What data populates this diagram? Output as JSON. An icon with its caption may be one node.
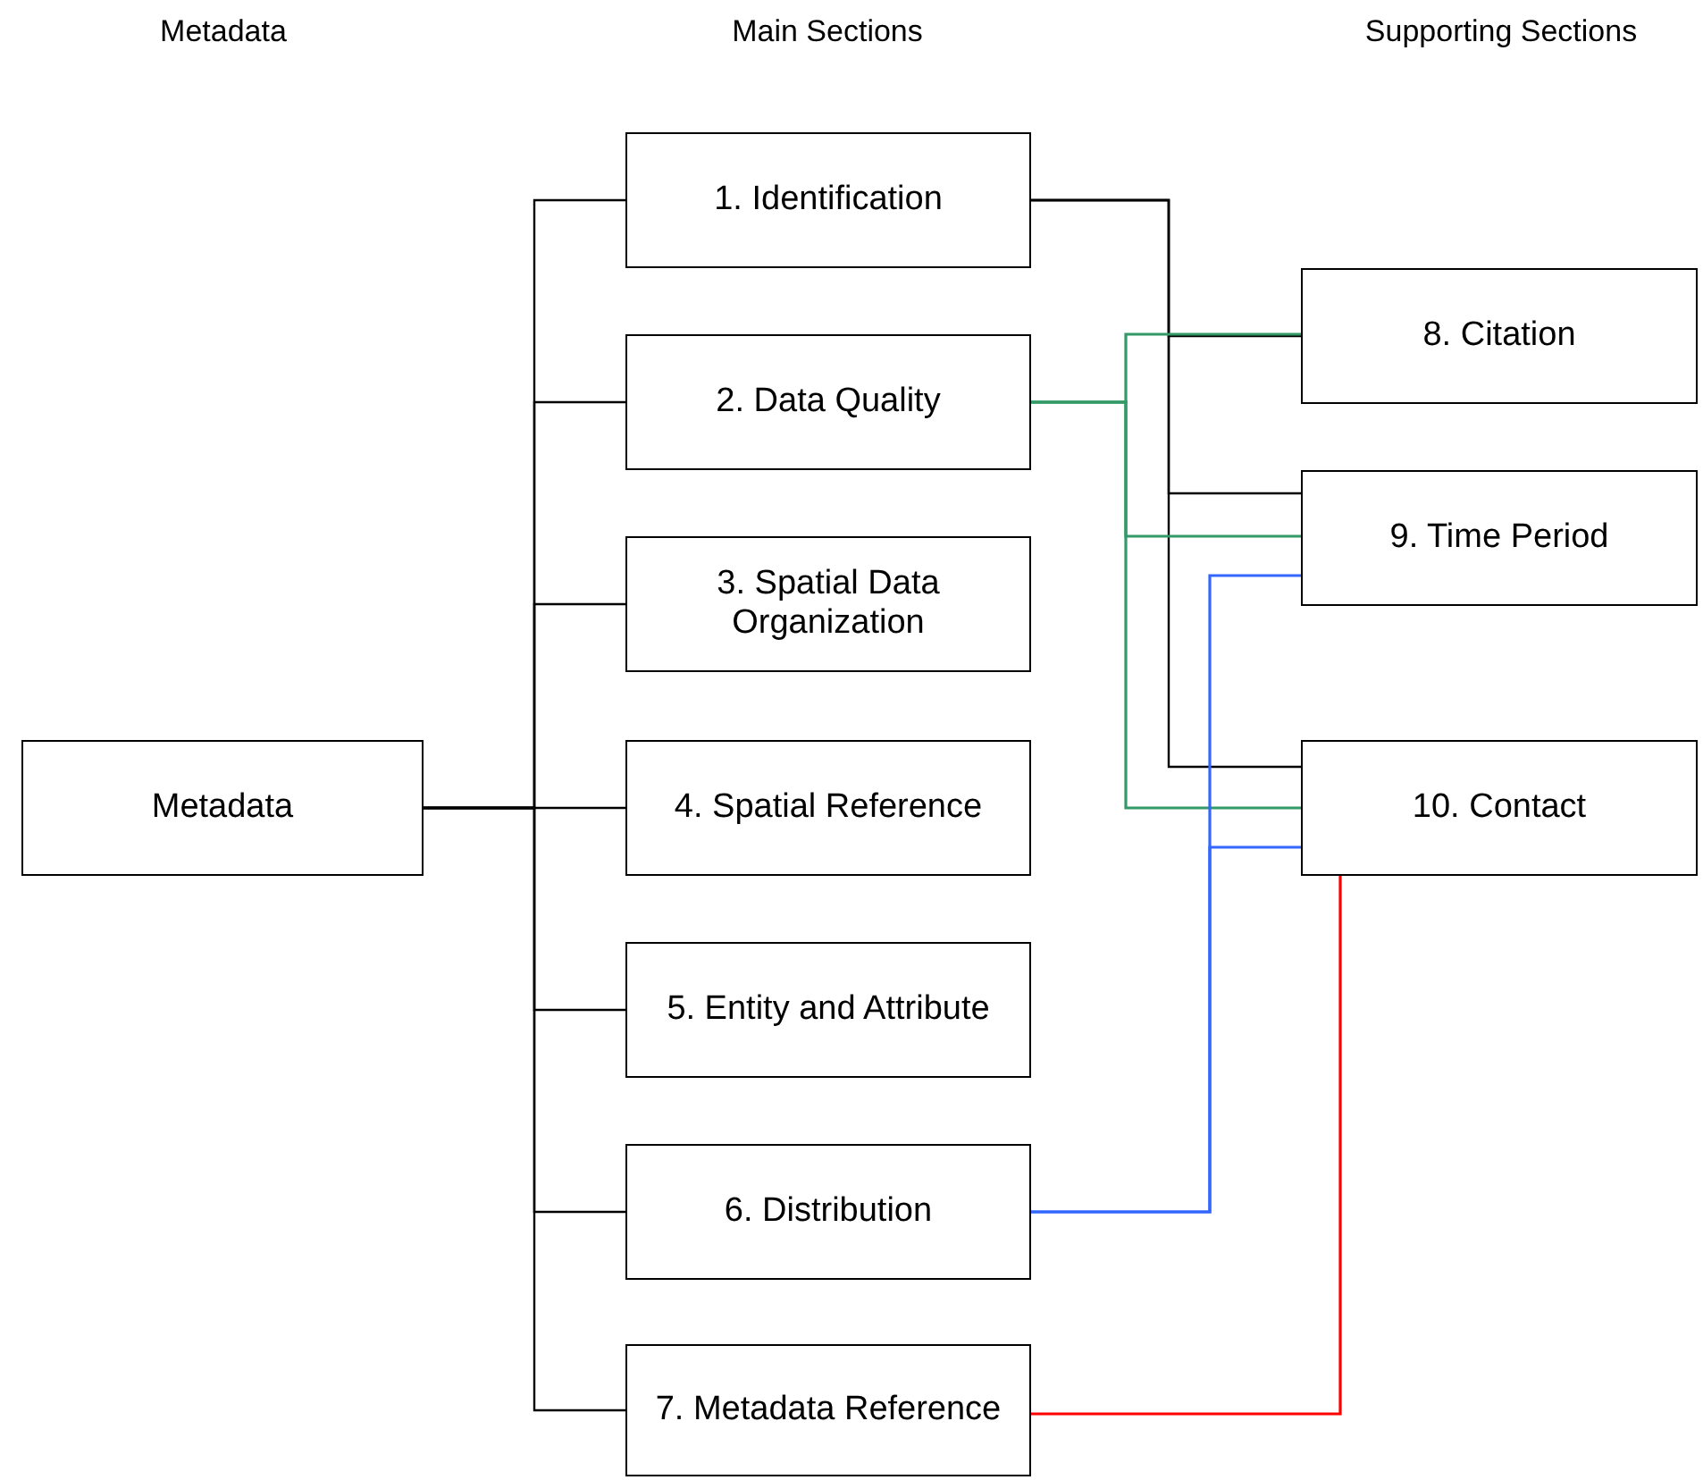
{
  "diagram": {
    "nodes": [
      {
        "text": [
          "Metadata"
        ]
      },
      {
        "text": [
          "1. Identification"
        ]
      },
      {
        "text": [
          "2. Data Quality"
        ]
      },
      {
        "text": [
          "3. Spatial Data Organization"
        ]
      },
      {
        "text": [
          "4. Spatial Reference"
        ]
      },
      {
        "text": [
          "5. Entity and Attribute"
        ]
      },
      {
        "text": [
          "6. Distribution"
        ]
      },
      {
        "text": [
          "7. Metadata Reference"
        ]
      },
      {
        "text": [
          "8. Citation"
        ]
      },
      {
        "text": [
          "9. Time Period"
        ]
      },
      {
        "text": [
          "10. Contact"
        ]
      }
    ],
    "edges": [
      {
        "from": 0,
        "to": 1,
        "arrow": "none"
      },
      {
        "from": 0,
        "to": 2,
        "arrow": "none"
      },
      {
        "from": 0,
        "to": 3,
        "arrow": "none"
      },
      {
        "from": 0,
        "to": 4,
        "arrow": "none"
      },
      {
        "from": 0,
        "to": 5,
        "arrow": "none"
      },
      {
        "from": 0,
        "to": 6,
        "arrow": "none"
      },
      {
        "from": 0,
        "to": 7,
        "arrow": "none"
      },
      {
        "from": 1,
        "to": 8,
        "arrow": "none"
      },
      {
        "from": 1,
        "to": 9,
        "arrow": "none"
      },
      {
        "from": 1,
        "to": 10,
        "arrow": "none"
      },
      {
        "from": 2,
        "to": 8,
        "arrow": "none",
        "color": "#339966"
      },
      {
        "from": 2,
        "to": 9,
        "arrow": "none",
        "color": "#339966"
      },
      {
        "from": 2,
        "to": 10,
        "arrow": "none",
        "color": "#339966"
      },
      {
        "from": 6,
        "to": 9,
        "arrow": "none",
        "color": "#3366ff"
      },
      {
        "from": 6,
        "to": 10,
        "arrow": "none",
        "color": "#3366ff"
      },
      {
        "from": 7,
        "to": 10,
        "arrow": "none",
        "color": "#ff0000"
      }
    ],
    "labels": [
      "Metadata",
      "Main Sections",
      "Supporting Sections"
    ]
  }
}
